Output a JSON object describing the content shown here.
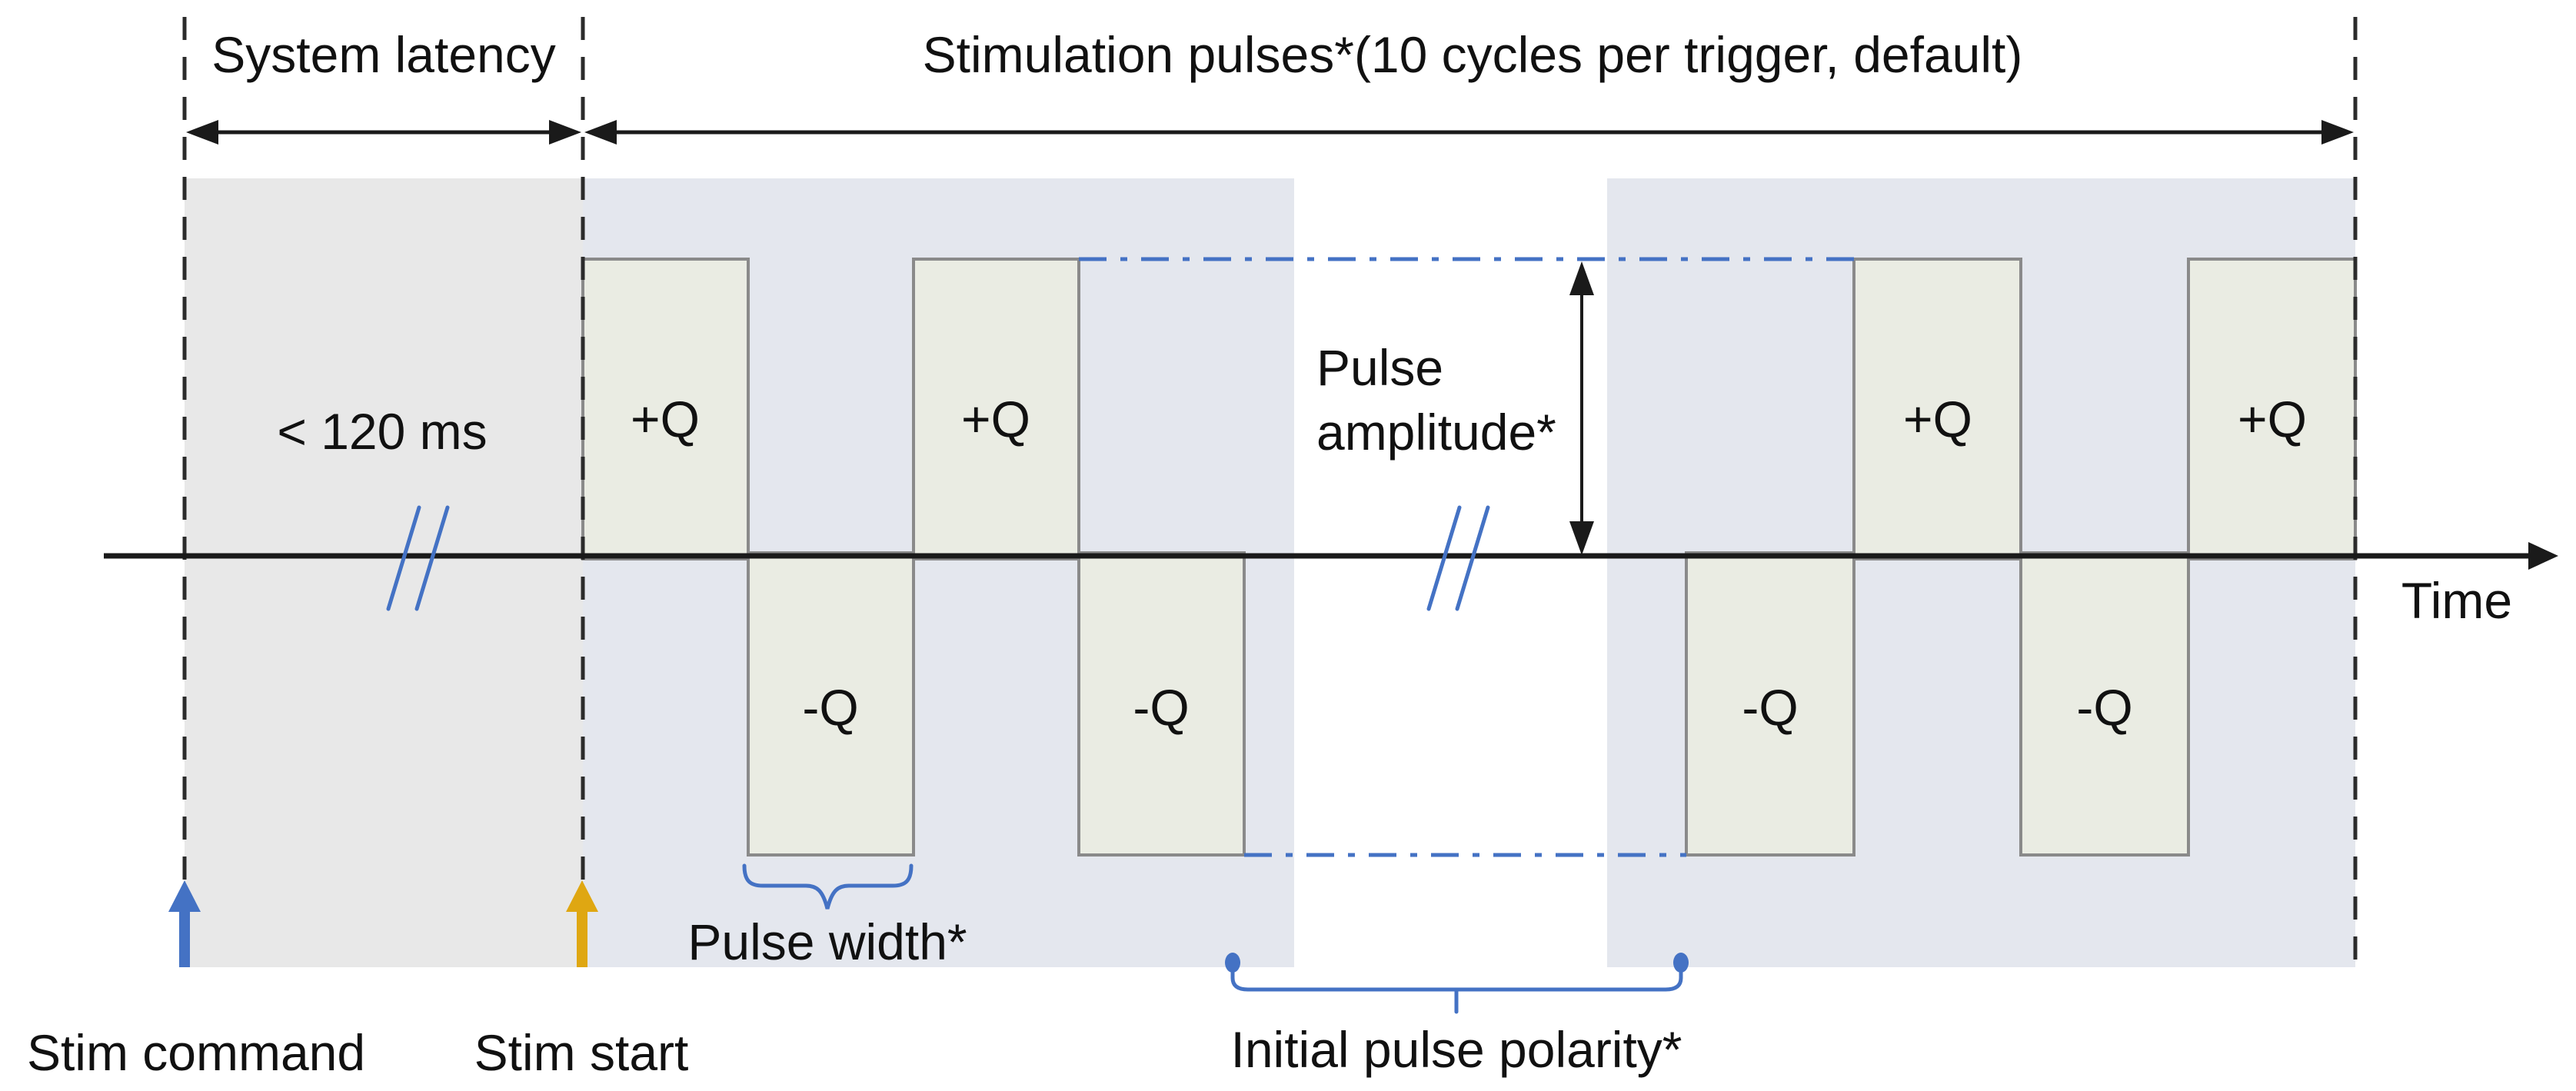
{
  "header": {
    "system_latency": "System latency",
    "stimulation_pulses": "Stimulation pulses*(10 cycles per trigger, default)"
  },
  "diagram": {
    "latency_value": "< 120 ms",
    "time_label": "Time",
    "pulse_amplitude_line1": "Pulse",
    "pulse_amplitude_line2": "amplitude*",
    "pulse_width_label": "Pulse width*",
    "initial_pulse_polarity_label": "Initial pulse polarity*",
    "stim_command_label": "Stim command",
    "stim_start_label": "Stim start"
  },
  "pulses": [
    {
      "label": "+Q",
      "polarity": "positive"
    },
    {
      "label": "-Q",
      "polarity": "negative"
    },
    {
      "label": "+Q",
      "polarity": "positive"
    },
    {
      "label": "-Q",
      "polarity": "negative"
    },
    {
      "label": "-Q",
      "polarity": "negative"
    },
    {
      "label": "+Q",
      "polarity": "positive"
    },
    {
      "label": "-Q",
      "polarity": "negative"
    },
    {
      "label": "+Q",
      "polarity": "positive"
    }
  ],
  "colors": {
    "annotation_blue": "#4472c4",
    "stim_start_gold": "#dfa712",
    "latency_region": "#e8e8e8",
    "train_region": "#e4e7ee",
    "pulse_fill": "#eaece3",
    "pulse_border": "#8a8a8a",
    "ink": "#1a1a1a"
  }
}
